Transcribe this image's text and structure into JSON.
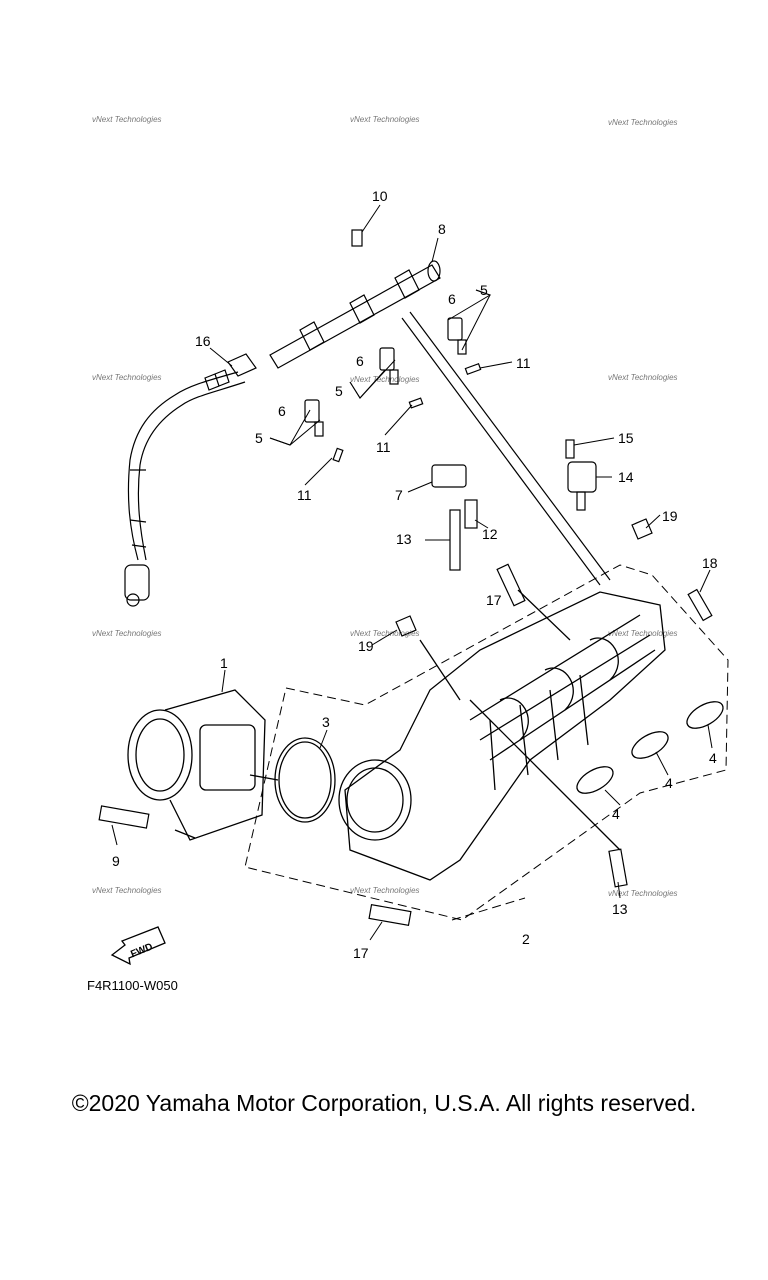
{
  "diagram": {
    "figure_code": "F4R1100-W050",
    "fwd_label": "FWD",
    "watermark_text": "vNext Technologies",
    "callouts": {
      "c1": "1",
      "c2": "2",
      "c3": "3",
      "c4a": "4",
      "c4b": "4",
      "c4c": "4",
      "c5a": "5",
      "c5b": "5",
      "c5c": "5",
      "c6a": "6",
      "c6b": "6",
      "c6c": "6",
      "c7": "7",
      "c8": "8",
      "c9": "9",
      "c10": "10",
      "c11a": "11",
      "c11b": "11",
      "c11c": "11",
      "c12": "12",
      "c13a": "13",
      "c13b": "13",
      "c14": "14",
      "c15": "15",
      "c16": "16",
      "c17a": "17",
      "c17b": "17",
      "c18": "18",
      "c19a": "19",
      "c19b": "19"
    }
  },
  "footer": {
    "copyright": "©2020 Yamaha Motor Corporation, U.S.A. All rights reserved."
  }
}
